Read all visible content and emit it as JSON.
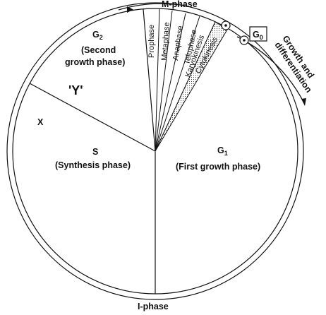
{
  "top_label": "M-phase",
  "bottom_label": "I-phase",
  "g2": {
    "main": "G",
    "sub": "2",
    "line1": "(Second",
    "line2": "growth phase)"
  },
  "y_label": "'Y'",
  "x_label": "X",
  "s_phase": {
    "line1": "S",
    "line2": "(Synthesis phase)"
  },
  "g1": {
    "main": "G",
    "sub": "1",
    "line1": "(First growth phase)"
  },
  "g0": {
    "main": "G",
    "sub": "0"
  },
  "growth": {
    "line1": "Growth and",
    "line2": "differentiation"
  },
  "m_subphases": [
    "Prophase",
    "Metaphase",
    "Anaphase",
    "Telophase",
    "Karyokinesis",
    "Cytokinesis"
  ]
}
